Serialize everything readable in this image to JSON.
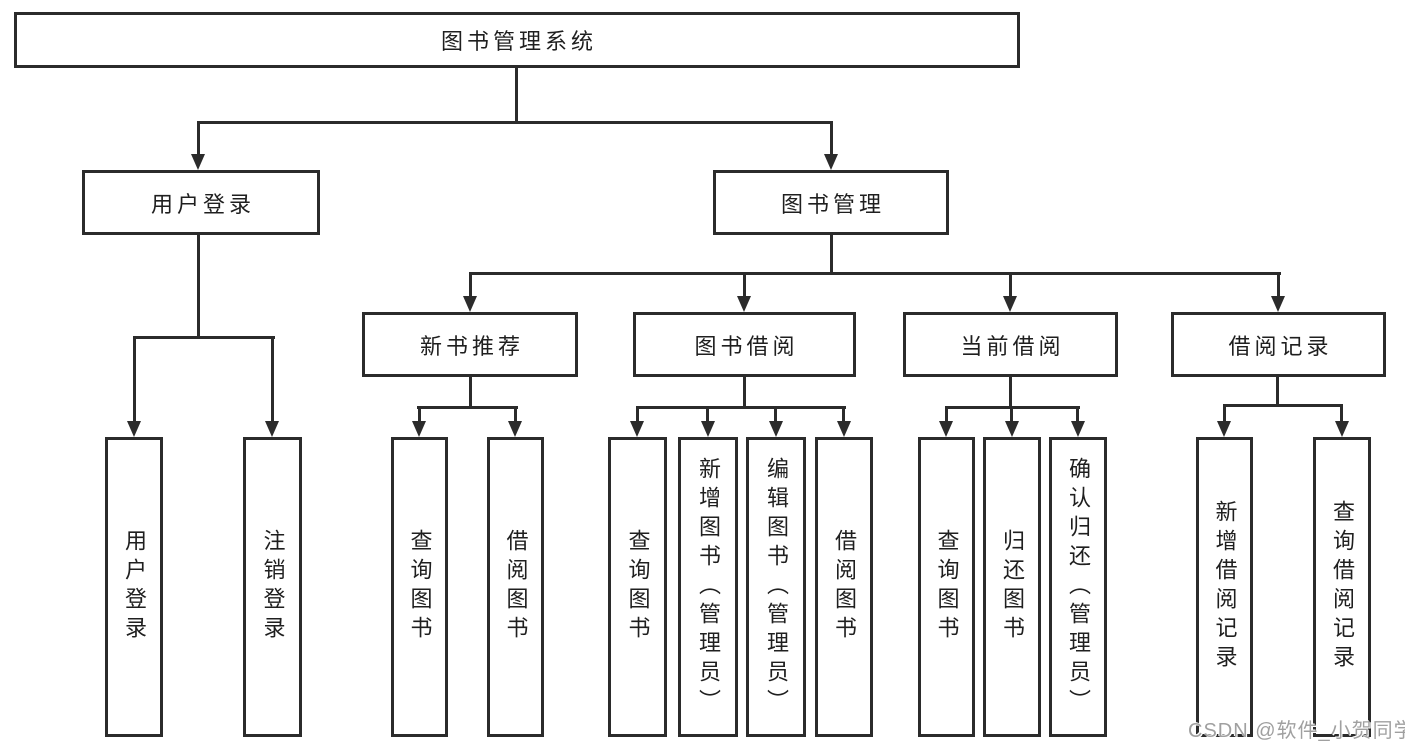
{
  "tree": {
    "root": {
      "label": "图书管理系统"
    },
    "level2": {
      "user_login": {
        "label": "用户登录"
      },
      "book_mgmt": {
        "label": "图书管理"
      }
    },
    "level3": {
      "new_book": {
        "label": "新书推荐"
      },
      "book_borrow": {
        "label": "图书借阅"
      },
      "current_borrow": {
        "label": "当前借阅"
      },
      "borrow_records": {
        "label": "借阅记录"
      }
    },
    "leaves": {
      "user_login": [
        "用户登录",
        "注销登录"
      ],
      "new_book": [
        "查询图书",
        "借阅图书"
      ],
      "book_borrow": [
        "查询图书",
        "新增图书（管理员）",
        "编辑图书（管理员）",
        "借阅图书"
      ],
      "current_borrow": [
        "查询图书",
        "归还图书",
        "确认归还（管理员）"
      ],
      "borrow_records": [
        "新增借阅记录",
        "查询借阅记录"
      ]
    }
  },
  "watermark": "CSDN @软件_小贺同学",
  "colors": {
    "line": "#2b2b2b",
    "background": "#ffffff",
    "watermark": "#a0a0a0"
  }
}
